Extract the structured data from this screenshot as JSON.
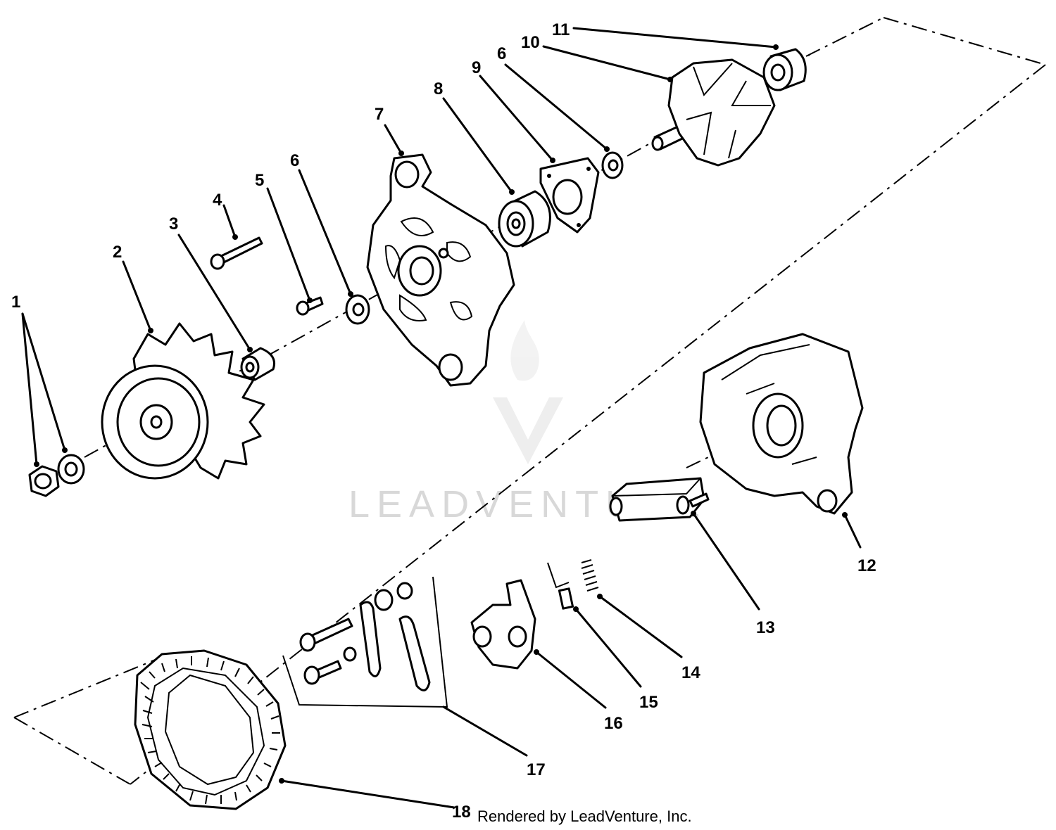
{
  "diagram": {
    "callouts": [
      "1",
      "2",
      "3",
      "4",
      "5",
      "6",
      "7",
      "8",
      "9",
      "6",
      "10",
      "11",
      "12",
      "13",
      "14",
      "15",
      "16",
      "17",
      "18"
    ],
    "footer": "Rendered by LeadVenture, Inc.",
    "watermark": "LEADVENTURE"
  }
}
